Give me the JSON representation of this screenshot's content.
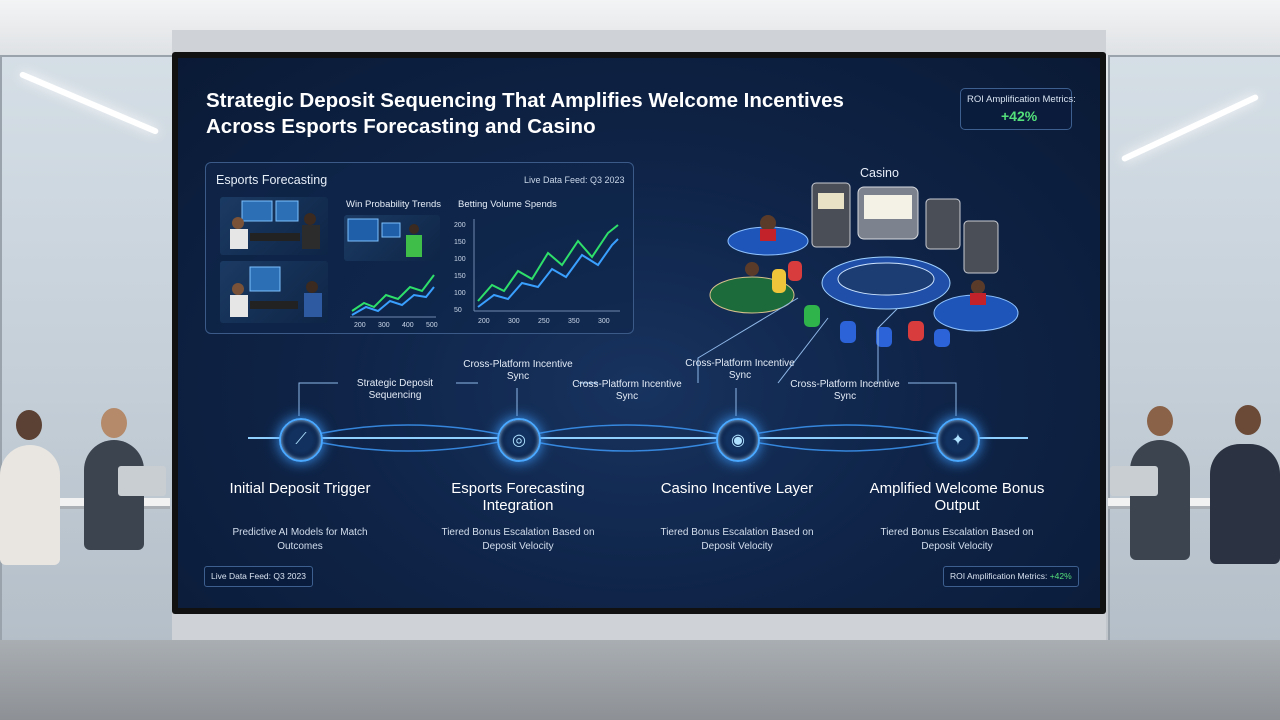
{
  "slide": {
    "title_line1": "Strategic Deposit Sequencing That Amplifies Welcome Incentives",
    "title_line2": "Across Esports Forecasting and Casino",
    "roi_metric": {
      "label": "ROI Amplification Metrics:",
      "value": "+42%"
    }
  },
  "esports_panel": {
    "title": "Esports Forecasting",
    "feed_label": "Live Data Feed: Q3 2023",
    "chart_win": {
      "title": "Win Probability Trends",
      "x_ticks": [
        "200",
        "300",
        "400",
        "500"
      ]
    },
    "chart_volume": {
      "title": "Betting Volume Spends",
      "y_ticks": [
        "200",
        "150",
        "100",
        "150",
        "100",
        "50"
      ],
      "x_ticks": [
        "200",
        "300",
        "250",
        "350",
        "300"
      ]
    }
  },
  "casino": {
    "title": "Casino"
  },
  "connectors": [
    {
      "label": "Strategic Deposit Sequencing"
    },
    {
      "label": "Cross-Platform Incentive Sync"
    },
    {
      "label": "Cross-Platform Incentive Sync"
    },
    {
      "label": "Cross-Platform Incentive Sync"
    },
    {
      "label": "Cross-Platform Incentive Sync"
    }
  ],
  "stages": [
    {
      "title": "Initial Deposit Trigger",
      "subtitle": "Predictive AI Models for Match Outcomes"
    },
    {
      "title": "Esports Forecasting Integration",
      "subtitle": "Tiered Bonus Escalation Based on Deposit Velocity"
    },
    {
      "title": "Casino Incentive Layer",
      "subtitle": "Tiered Bonus Escalation Based on Deposit Velocity"
    },
    {
      "title": "Amplified Welcome Bonus Output",
      "subtitle": "Tiered Bonus Escalation Based on Deposit Velocity"
    }
  ],
  "footer": {
    "feed_label": "Live Data Feed: Q3 2023",
    "roi_label": "ROI Amplification Metrics:",
    "roi_value": "+42%"
  },
  "icons": [
    "chart-node-icon",
    "target-node-icon",
    "chip-node-icon",
    "bonus-node-icon"
  ],
  "colors": {
    "background": "#0f2448",
    "accent_glow": "#4aa8ff",
    "positive": "#54e07a",
    "chart_line": "#3aa0ff",
    "chart_line_alt": "#2ee06a"
  }
}
